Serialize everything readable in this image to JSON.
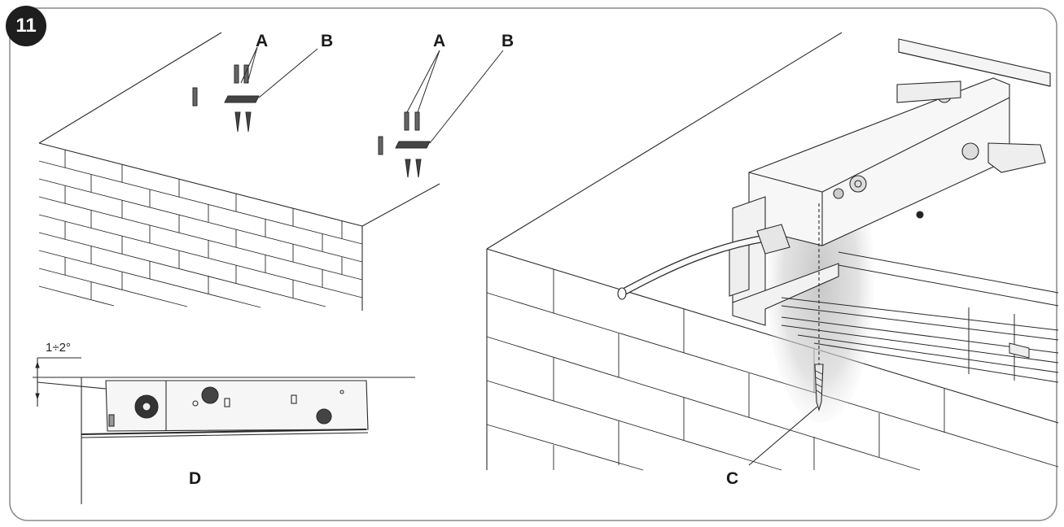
{
  "figure": {
    "step_number": "11",
    "angle_text": "1÷2°",
    "labels": {
      "a_left": "A",
      "b_left": "B",
      "a_right": "A",
      "b_right": "B",
      "c": "C",
      "d": "D"
    }
  },
  "colors": {
    "line": "#2a2a2a",
    "badge": "#1e1e1e",
    "highlight": "#c4c4c4"
  }
}
